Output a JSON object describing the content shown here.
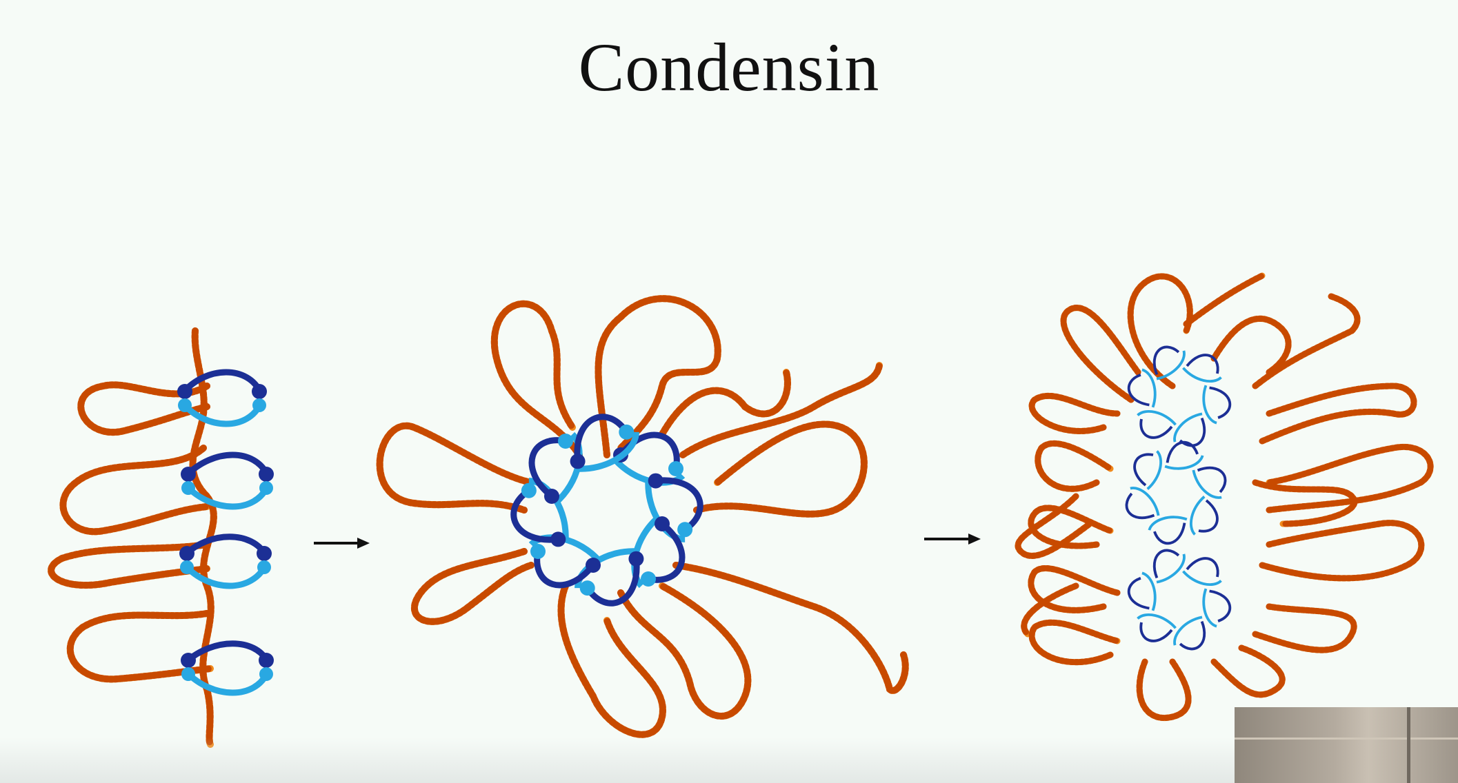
{
  "slide": {
    "title": "Condensin"
  },
  "colors": {
    "background": "#f6fbf7",
    "dna": "#f08a1c",
    "dna_stripe": "#c84a00",
    "condensin_dark": "#1c2f95",
    "condensin_light": "#29a8e2",
    "arrow": "#111111"
  },
  "diagram": {
    "panels": [
      "linear-chromatin-loops",
      "rosette",
      "condensed-chromosome"
    ],
    "arrows": 2
  }
}
